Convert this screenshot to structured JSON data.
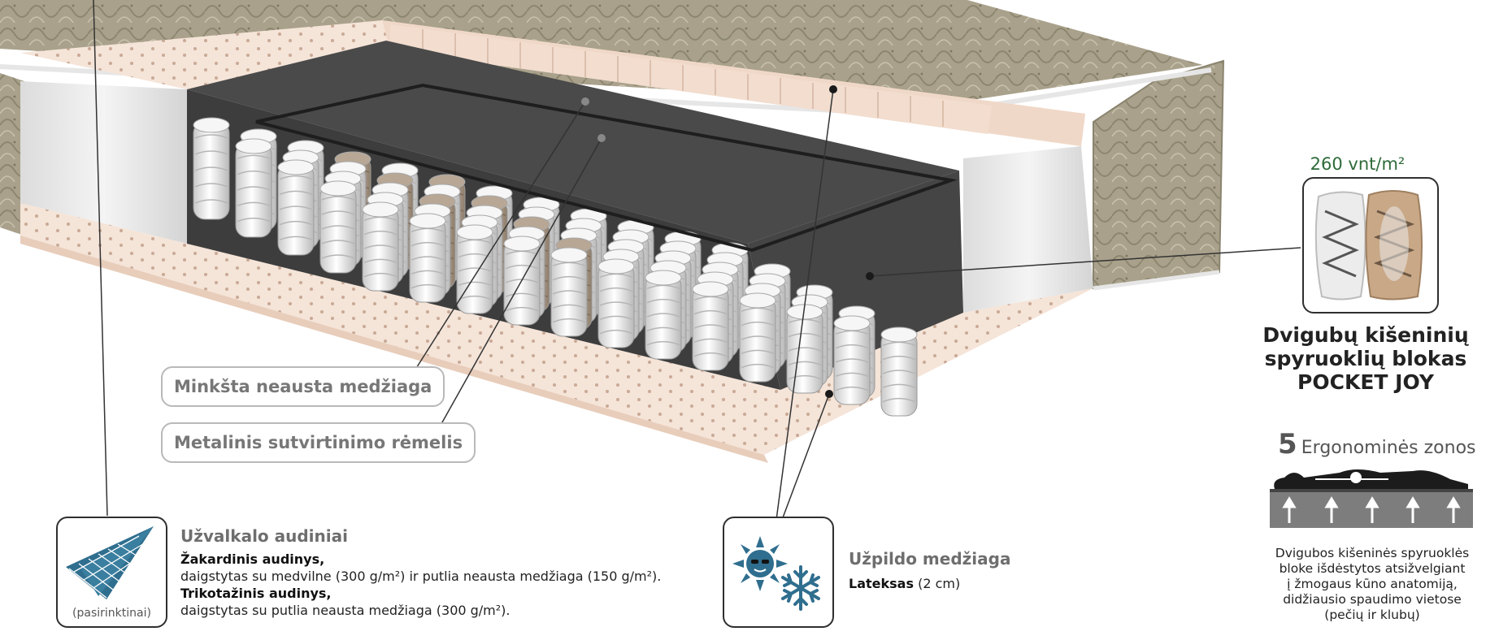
{
  "labels": {
    "soft_fabric": "Minkšta neausta medžiaga",
    "metal_frame": "Metalinis sutvirtinimo rėmelis"
  },
  "density": "260 vnt/m²",
  "spring_block": {
    "line1": "Dvigubų kišeninių",
    "line2": "spyruoklių blokas",
    "line3": "POCKET JOY"
  },
  "zones": {
    "number": "5",
    "label": "Ergonominės zonos",
    "desc": [
      "Dvigubos kišeninės spyruoklės",
      "bloke išdėstytos atsižvelgiant",
      "į žmogaus kūno anatomiją,",
      "didžiausio spaudimo vietose",
      "(pečių ir klubų)"
    ]
  },
  "cover": {
    "title": "Užvalkalo audiniai",
    "badge": "(pasirinktinai)",
    "fabric1_name": "Žakardinis audinys,",
    "fabric1_desc": "daigstytas su medvilne (300 g/m²) ir putlia neausta medžiaga (150 g/m²).",
    "fabric2_name": "Trikotažinis audinys,",
    "fabric2_desc": "daigstytas su putlia neausta medžiaga (300 g/m²)."
  },
  "filling": {
    "title": "Užpildo medžiaga",
    "material": "Lateksas",
    "thickness": " (2 cm)"
  },
  "colors": {
    "latex": "#f5e4d8",
    "fabric": "#b0a893",
    "spring": "#f2f2f2",
    "spring_alt": "#b8a795",
    "net": "#4a4a4a",
    "density_green": "#2e6b3a"
  },
  "icons": [
    "weave-fabric-icon",
    "sun-icon",
    "snowflake-icon",
    "body-silhouette-icon"
  ]
}
